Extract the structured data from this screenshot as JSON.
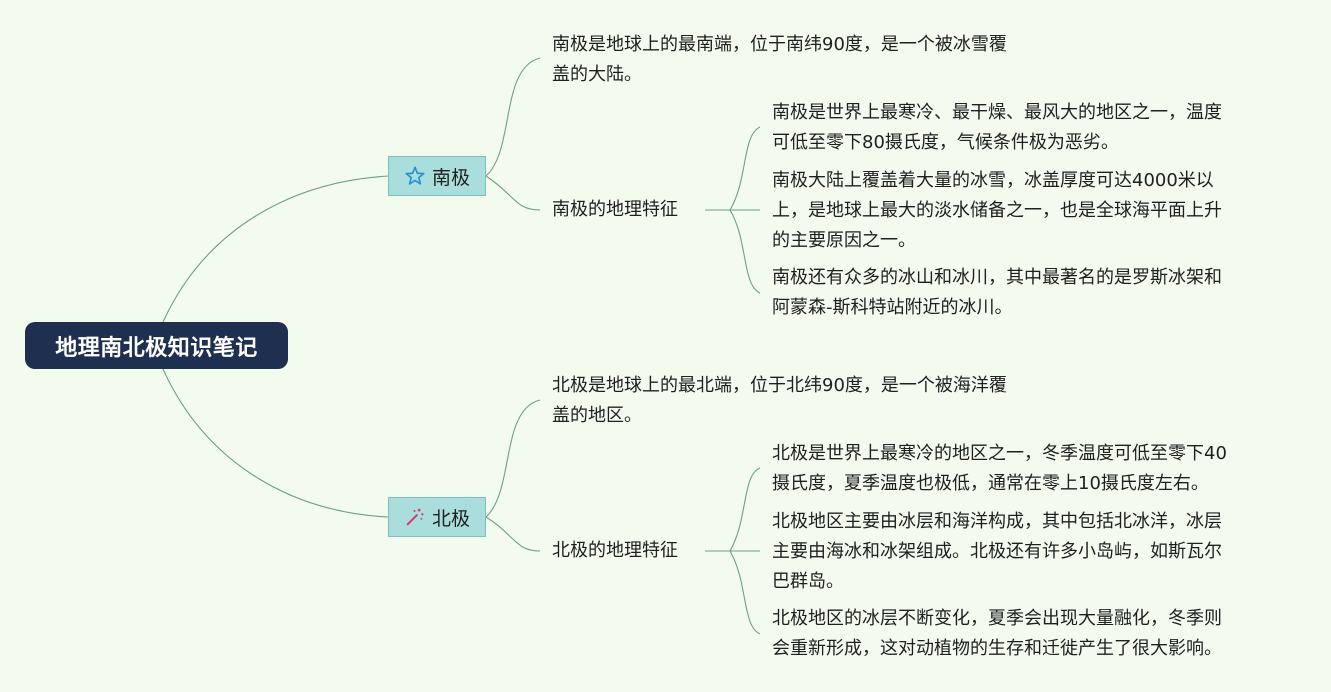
{
  "root": {
    "title": "地理南北极知识笔记"
  },
  "south": {
    "label": "南极",
    "icon": "star-icon",
    "summary": [
      "南极是地球上的最南端，位于南纬90度，是一个被冰雪覆",
      "盖的大陆。"
    ],
    "feature_label": "南极的地理特征",
    "features": [
      [
        "南极是世界上最寒冷、最干燥、最风大的地区之一，温度",
        "可低至零下80摄氏度，气候条件极为恶劣。"
      ],
      [
        "南极大陆上覆盖着大量的冰雪，冰盖厚度可达4000米以",
        "上，是地球上最大的淡水储备之一，也是全球海平面上升",
        "的主要原因之一。"
      ],
      [
        "南极还有众多的冰山和冰川，其中最著名的是罗斯冰架和",
        "阿蒙森-斯科特站附近的冰川。"
      ]
    ]
  },
  "north": {
    "label": "北极",
    "icon": "magic-wand-icon",
    "summary": [
      "北极是地球上的最北端，位于北纬90度，是一个被海洋覆",
      "盖的地区。"
    ],
    "feature_label": "北极的地理特征",
    "features": [
      [
        "北极是世界上最寒冷的地区之一，冬季温度可低至零下40",
        "摄氏度，夏季温度也极低，通常在零上10摄氏度左右。"
      ],
      [
        "北极地区主要由冰层和海洋构成，其中包括北冰洋，冰层",
        "主要由海冰和冰架组成。北极还有许多小岛屿，如斯瓦尔",
        "巴群岛。"
      ],
      [
        "北极地区的冰层不断变化，夏季会出现大量融化，冬季则",
        "会重新形成，这对动植物的生存和迁徙产生了很大影响。"
      ]
    ]
  },
  "colors": {
    "background": "#f2fbee",
    "root_fill": "#1f2f4f",
    "branch_fill": "#a9dedc",
    "connector": "#6f9f8a",
    "star_icon": "#2a8fd6",
    "wand_icon": "#e0336b"
  }
}
